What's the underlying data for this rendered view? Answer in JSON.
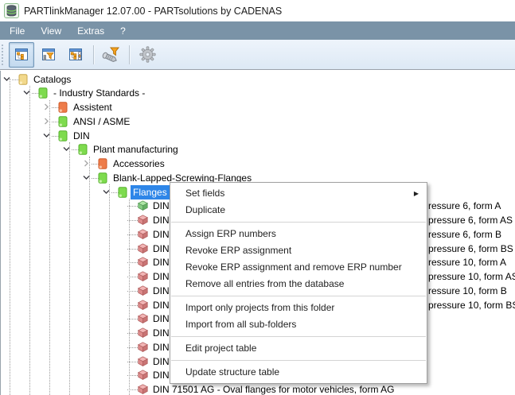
{
  "window": {
    "title": "PARTlinkManager 12.07.00 - PARTsolutions by CADENAS",
    "app_icon": "database-icon"
  },
  "menubar": {
    "items": [
      {
        "label": "File"
      },
      {
        "label": "View"
      },
      {
        "label": "Extras"
      },
      {
        "label": "?"
      }
    ]
  },
  "toolbar": {
    "buttons": [
      {
        "name": "link-table-view-button",
        "icon": "window-tree-icon",
        "state": "pressed"
      },
      {
        "name": "filtered-tree-view-button",
        "icon": "window-tree-funnel-icon",
        "state": "normal"
      },
      {
        "name": "tree-list-view-button",
        "icon": "window-tree-list-icon",
        "state": "normal"
      },
      {
        "sep": true
      },
      {
        "name": "part-filter-button",
        "icon": "screw-funnel-icon",
        "state": "normal"
      },
      {
        "sep": true
      },
      {
        "name": "settings-button",
        "icon": "gear-icon",
        "state": "disabled"
      }
    ]
  },
  "tree": {
    "rows": [
      {
        "level": 0,
        "chevron": "expanded",
        "icon": "folder-yellow",
        "label": "Catalogs"
      },
      {
        "level": 1,
        "chevron": "expanded",
        "icon": "folder-green",
        "label": "- Industry Standards -"
      },
      {
        "level": 2,
        "chevron": "collapsed",
        "icon": "folder-orange",
        "label": "Assistent"
      },
      {
        "level": 2,
        "chevron": "collapsed",
        "icon": "folder-green",
        "label": "ANSI / ASME"
      },
      {
        "level": 2,
        "chevron": "expanded",
        "icon": "folder-green",
        "label": "DIN"
      },
      {
        "level": 3,
        "chevron": "expanded",
        "icon": "folder-green",
        "label": "Plant manufacturing"
      },
      {
        "level": 4,
        "chevron": "collapsed",
        "icon": "folder-orange",
        "label": "Accessories"
      },
      {
        "level": 4,
        "chevron": "expanded",
        "icon": "folder-green",
        "label": "Blank-Lapped-Screwing-Flanges"
      },
      {
        "level": 5,
        "chevron": "expanded",
        "icon": "folder-green",
        "label": "Flanges",
        "selected": true
      },
      {
        "level": 6,
        "icon": "cube-green",
        "label": "DIN",
        "fragment": "ressure 6, form A"
      },
      {
        "level": 6,
        "icon": "cube-red",
        "label": "DIN",
        "fragment": "pressure 6, form AS"
      },
      {
        "level": 6,
        "icon": "cube-red",
        "label": "DIN",
        "fragment": "ressure 6, form B"
      },
      {
        "level": 6,
        "icon": "cube-red",
        "label": "DIN",
        "fragment": "pressure 6, form BS"
      },
      {
        "level": 6,
        "icon": "cube-red",
        "label": "DIN",
        "fragment": "ressure 10, form A"
      },
      {
        "level": 6,
        "icon": "cube-red",
        "label": "DIN",
        "fragment": "pressure 10, form AS"
      },
      {
        "level": 6,
        "icon": "cube-red",
        "label": "DIN",
        "fragment": "ressure 10, form B"
      },
      {
        "level": 6,
        "icon": "cube-red",
        "label": "DIN",
        "fragment": "pressure 10, form BS"
      },
      {
        "level": 6,
        "icon": "cube-red",
        "label": "DIN"
      },
      {
        "level": 6,
        "icon": "cube-red",
        "label": "DIN"
      },
      {
        "level": 6,
        "icon": "cube-red",
        "label": "DIN"
      },
      {
        "level": 6,
        "icon": "cube-red",
        "label": "DIN"
      },
      {
        "level": 6,
        "icon": "cube-red",
        "label": "DIN"
      },
      {
        "level": 6,
        "icon": "cube-red",
        "label": "DIN 71501 AG - Oval flanges for motor vehicles, form AG"
      }
    ]
  },
  "context_menu": {
    "items": [
      {
        "label": "Set fields",
        "submenu": true
      },
      {
        "label": "Duplicate"
      },
      {
        "sep": true
      },
      {
        "label": "Assign ERP numbers"
      },
      {
        "label": "Revoke ERP assignment"
      },
      {
        "label": "Revoke ERP assignment and remove ERP number"
      },
      {
        "label": "Remove all entries from the database"
      },
      {
        "sep": true
      },
      {
        "label": "Import only projects from this folder"
      },
      {
        "label": "Import from all sub-folders"
      },
      {
        "sep": true
      },
      {
        "label": "Edit project table"
      },
      {
        "sep": true
      },
      {
        "label": "Update structure table"
      }
    ]
  },
  "colors": {
    "selection": "#2e86e8",
    "menubar_bg": "#7a93a7",
    "toolbar_bg": "#e6eef8",
    "folder_yellow": "#f2d98c",
    "folder_green": "#7edb4e",
    "folder_orange": "#ee7c4a",
    "cube_green": "#8cd48c",
    "cube_red": "#dd8888",
    "accent_orange": "#f6a21d"
  }
}
